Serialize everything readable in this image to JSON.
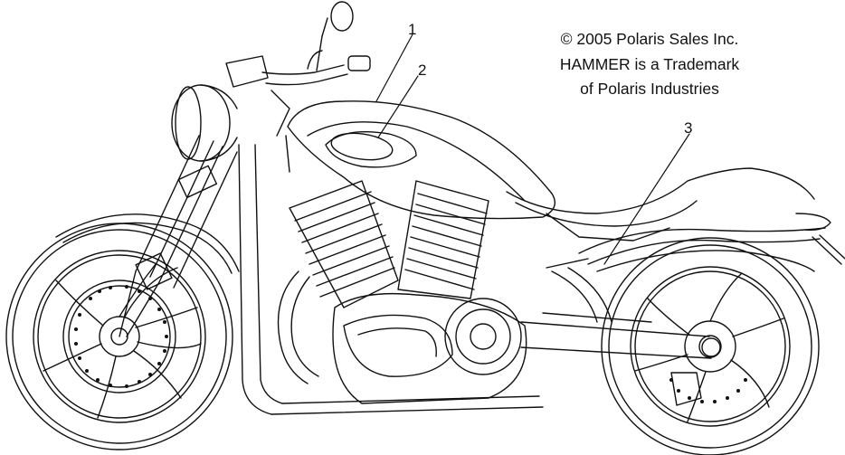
{
  "notice": {
    "line1": "© 2005 Polaris Sales Inc.",
    "line2": "HAMMER is a Trademark",
    "line3": "of Polaris Industries"
  },
  "callouts": [
    {
      "label": "1"
    },
    {
      "label": "2"
    },
    {
      "label": "3"
    }
  ]
}
